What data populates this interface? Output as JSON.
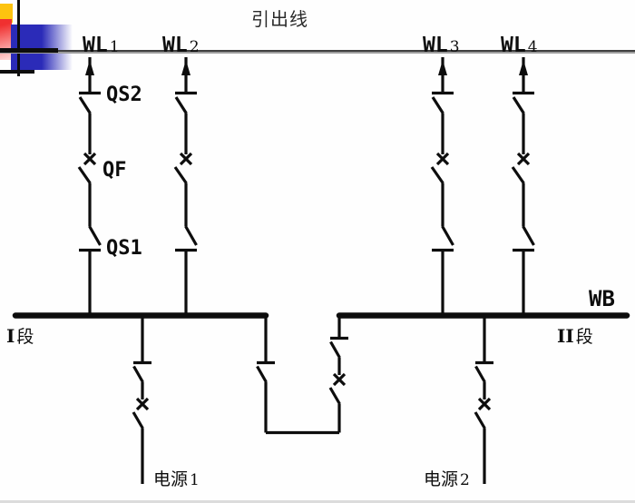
{
  "title": "引出线",
  "feeders": {
    "items": [
      {
        "name": "WL",
        "number": "1"
      },
      {
        "name": "WL",
        "number": "2"
      },
      {
        "name": "WL",
        "number": "3"
      },
      {
        "name": "WL",
        "number": "4"
      }
    ]
  },
  "device_labels": {
    "upper_disconnector": "QS2",
    "breaker": "QF",
    "lower_disconnector": "QS1"
  },
  "busbar": {
    "label": "WB",
    "sections": [
      {
        "roman": "I",
        "suffix": "段"
      },
      {
        "roman": "II",
        "suffix": "段"
      }
    ]
  },
  "sources": [
    {
      "name": "电源",
      "number": "1"
    },
    {
      "name": "电源",
      "number": "2"
    }
  ],
  "icons": {
    "outgoing_arrow": "↑"
  },
  "colors": {
    "ink": "#0d0d0d",
    "divider_dark": "#3f3f3f",
    "divider_light": "#9c9c9c",
    "logo_yellow": "#fdc30f",
    "logo_red": "#f03030",
    "logo_blue": "#2b2bb8"
  }
}
